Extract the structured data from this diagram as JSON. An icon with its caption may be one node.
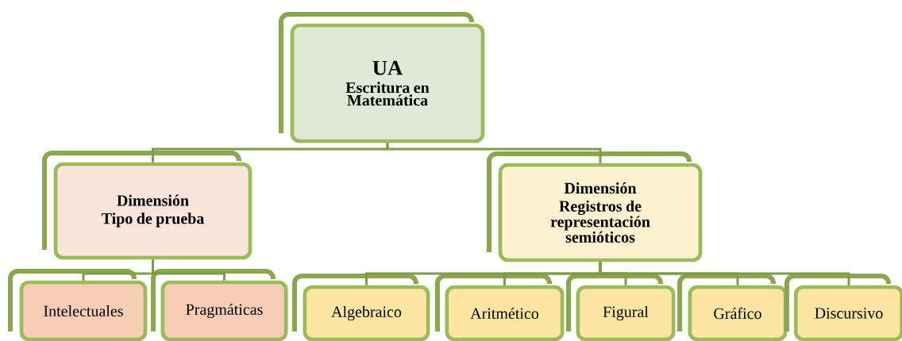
{
  "diagram": {
    "nodes": [
      {
        "text": [
          "UA",
          "Escritura en Matemática"
        ]
      },
      {
        "text": [
          "Dimensión",
          "Tipo de prueba"
        ]
      },
      {
        "text": [
          "Dimensión",
          "Registros de representación semióticos"
        ]
      },
      {
        "text": [
          "Intelectuales"
        ]
      },
      {
        "text": [
          "Pragmáticas"
        ]
      },
      {
        "text": [
          "Algebraico"
        ]
      },
      {
        "text": [
          "Aritmético"
        ]
      },
      {
        "text": [
          "Figural"
        ]
      },
      {
        "text": [
          "Gráfico"
        ]
      },
      {
        "text": [
          "Discursivo"
        ]
      }
    ],
    "edges": [
      {
        "from": 0,
        "to": 1,
        "arrow": "none"
      },
      {
        "from": 0,
        "to": 2,
        "arrow": "none"
      },
      {
        "from": 1,
        "to": 3,
        "arrow": "none"
      },
      {
        "from": 1,
        "to": 4,
        "arrow": "none"
      },
      {
        "from": 2,
        "to": 5,
        "arrow": "none"
      },
      {
        "from": 2,
        "to": 6,
        "arrow": "none"
      },
      {
        "from": 2,
        "to": 7,
        "arrow": "none"
      },
      {
        "from": 2,
        "to": 8,
        "arrow": "none"
      },
      {
        "from": 2,
        "to": 9,
        "arrow": "none"
      }
    ]
  }
}
